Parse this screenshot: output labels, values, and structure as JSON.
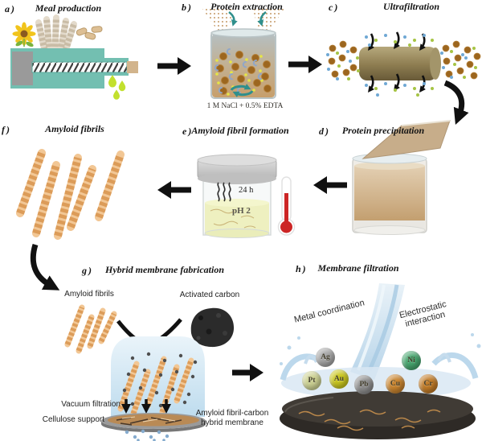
{
  "panels": {
    "a": {
      "letter": "a)",
      "title": "Meal production"
    },
    "b": {
      "letter": "b)",
      "title": "Protein extraction",
      "caption": "1 M NaCl + 0.5% EDTA"
    },
    "c": {
      "letter": "c)",
      "title": "Ultrafiltration"
    },
    "d": {
      "letter": "d)",
      "title": "Protein precipitation"
    },
    "e": {
      "letter": "e)",
      "title": "Amyloid fibril formation",
      "incubation_time": "24 h",
      "ph_label": "pH 2"
    },
    "f": {
      "letter": "f)",
      "title": "Amyloid fibrils"
    },
    "g": {
      "letter": "g)",
      "title": "Hybrid membrane fabrication",
      "fibrils_label": "Amyloid fibrils",
      "carbon_label": "Activated carbon",
      "vacuum_label": "Vacuum filtration",
      "support_label": "Cellulose support",
      "membrane_label": "Amyloid fibril-carbon hybrid membrane"
    },
    "h": {
      "letter": "h)",
      "title": "Membrane filtration",
      "mechanism_left": "Metal coordination",
      "mechanism_right": "Electrostatic interaction",
      "metals": [
        {
          "symbol": "Ag",
          "color": "#a6a6a6"
        },
        {
          "symbol": "Ni",
          "color": "#46a56e"
        },
        {
          "symbol": "Pt",
          "color": "#ccd193"
        },
        {
          "symbol": "Au",
          "color": "#c9c61f"
        },
        {
          "symbol": "Pb",
          "color": "#8d8d8d"
        },
        {
          "symbol": "Cu",
          "color": "#c8842f"
        },
        {
          "symbol": "Cr",
          "color": "#c07b28"
        }
      ]
    }
  },
  "palette": {
    "machine-teal": "#73bfb1",
    "steel-gray": "#9a9a9a",
    "fibril": "#d9954f",
    "fibril-light": "#f2c795",
    "arrow": "#111111",
    "teal-arrow": "#2f8f8c",
    "droplet-green": "#c2e02e",
    "thermo-red": "#cc2525",
    "protein-brown": "#9c661f",
    "dot-blue": "#6fa8d4",
    "dot-green": "#a6c444",
    "water-blue": "#bcd8ec",
    "membrane-dark": "#383430",
    "carbon-black": "#2b2b2b",
    "tan-liquid": "#c7a678"
  }
}
